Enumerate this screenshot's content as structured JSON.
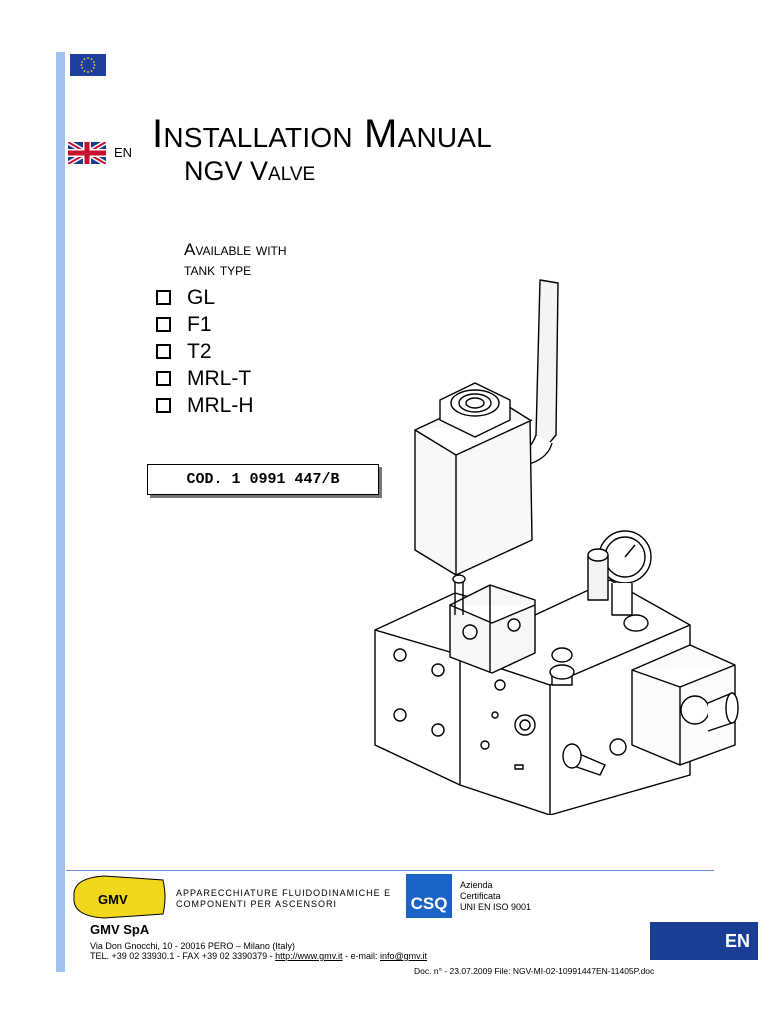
{
  "header": {
    "lang_code": "EN",
    "title": "Installation Manual",
    "subtitle": "NGV Valve"
  },
  "availability": {
    "line1": "Available with",
    "line2": "tank type",
    "tank_types": [
      "GL",
      "F1",
      "T2",
      "MRL-T",
      "MRL-H"
    ]
  },
  "code": "COD. 1 0991 447/B",
  "footer": {
    "logo_text": "GMV",
    "tagline_line1": "APPARECCHIATURE FLUIDODINAMICHE E",
    "tagline_line2": "COMPONENTI PER ASCENSORI",
    "csq_label": "CSQ",
    "cert_line1": "Azienda",
    "cert_line2": "Certificata",
    "cert_line3": "UNI EN ISO 9001",
    "company": "GMV SpA",
    "address": "Via Don Gnocchi, 10 - 20016  PERO – Milano (Italy)",
    "tel": "TEL. +39 02 33930.1 - FAX +39 02 3390379 - ",
    "website": "http://www.gmv.it",
    "email_label": " - e-mail: ",
    "email": "info@gmv.it",
    "doc_ref": "Doc. n° - 23.07.2009 File: NGV-MI-02-10991447EN-11405P.doc",
    "badge": "EN"
  },
  "colors": {
    "sidebar": "#9fc3ea",
    "eu_blue": "#1f3f9f",
    "csq_blue": "#1b63c6",
    "badge_blue": "#1a3e93",
    "gmv_yellow": "#f2d81c"
  }
}
